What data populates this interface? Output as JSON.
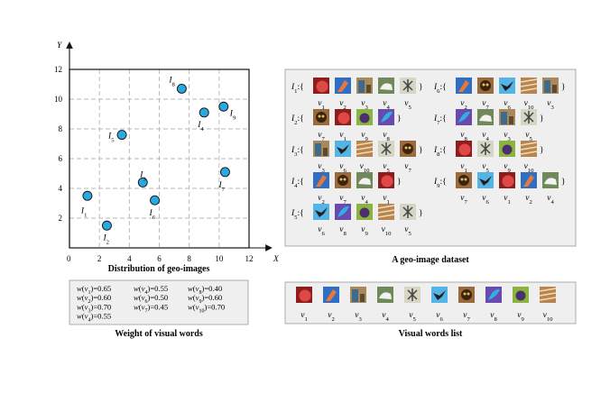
{
  "scatter": {
    "caption": "Distribution  of geo-images",
    "x_axis_label": "X",
    "y_axis_label": "Y",
    "origin_label": "0",
    "x_ticks": [
      "2",
      "4",
      "6",
      "8",
      "10",
      "12"
    ],
    "y_ticks": [
      "2",
      "4",
      "6",
      "8",
      "10",
      "12"
    ]
  },
  "chart_data": {
    "type": "scatter",
    "xlim": [
      0,
      12
    ],
    "ylim": [
      0,
      12
    ],
    "grid": true,
    "points": [
      {
        "label": "I",
        "sub": "1",
        "x": 1.2,
        "y": 3.5
      },
      {
        "label": "I",
        "sub": "2",
        "x": 2.5,
        "y": 1.5
      },
      {
        "label": "I",
        "sub": "3",
        "x": 4.9,
        "y": 4.4
      },
      {
        "label": "I",
        "sub": "4",
        "x": 9.0,
        "y": 9.1
      },
      {
        "label": "I",
        "sub": "5",
        "x": 3.5,
        "y": 7.6
      },
      {
        "label": "I",
        "sub": "6",
        "x": 5.7,
        "y": 3.2
      },
      {
        "label": "I",
        "sub": "7",
        "x": 10.4,
        "y": 5.1
      },
      {
        "label": "I",
        "sub": "8",
        "x": 7.5,
        "y": 10.7
      },
      {
        "label": "I",
        "sub": "9",
        "x": 10.3,
        "y": 9.5
      }
    ]
  },
  "weights": {
    "caption": "Weight of visual words",
    "entries": [
      {
        "sub": "1",
        "value": "=0.65"
      },
      {
        "sub": "2",
        "value": "=0.60"
      },
      {
        "sub": "3",
        "value": "=0.70"
      },
      {
        "sub": "4",
        "value": "=0.55"
      },
      {
        "sub": "4",
        "value": "=0.55"
      },
      {
        "sub": "6",
        "value": "=0.50"
      },
      {
        "sub": "7",
        "value": "=0.45"
      },
      {
        "sub": "8",
        "value": "=0.40"
      },
      {
        "sub": "9",
        "value": "=0.60"
      },
      {
        "sub": "10",
        "value": "=0.70"
      }
    ]
  },
  "dataset": {
    "caption": "A geo-image dataset",
    "images": [
      {
        "name": "I",
        "sub": "1",
        "words": [
          "1",
          "2",
          "3",
          "4",
          "5"
        ]
      },
      {
        "name": "I",
        "sub": "2",
        "words": [
          "7",
          "1",
          "9",
          "8"
        ]
      },
      {
        "name": "I",
        "sub": "3",
        "words": [
          "3",
          "6",
          "10",
          "5",
          "7"
        ]
      },
      {
        "name": "I",
        "sub": "4",
        "words": [
          "2",
          "7",
          "4",
          "1"
        ]
      },
      {
        "name": "I",
        "sub": "5",
        "words": [
          "6",
          "8",
          "9",
          "10",
          "5"
        ]
      },
      {
        "name": "I",
        "sub": "6",
        "words": [
          "2",
          "7",
          "6",
          "10",
          "3"
        ]
      },
      {
        "name": "I",
        "sub": "7",
        "words": [
          "8",
          "4",
          "3",
          "5"
        ]
      },
      {
        "name": "I",
        "sub": "8",
        "words": [
          "1",
          "5",
          "9",
          "10"
        ]
      },
      {
        "name": "I",
        "sub": "9",
        "words": [
          "7",
          "6",
          "1",
          "2",
          "4"
        ]
      }
    ]
  },
  "word_list": {
    "caption": "Visual words list",
    "words": [
      "1",
      "2",
      "3",
      "4",
      "5",
      "6",
      "7",
      "8",
      "9",
      "10"
    ]
  },
  "colors": {
    "point_fill": "#29a9e0",
    "panel_bg": "#efefef",
    "grid": "#b8b8b8"
  },
  "thumbs": {
    "1": {
      "bg": "#8e1e1e",
      "fg": "#e04848",
      "icon": "apple-icon"
    },
    "2": {
      "bg": "#2f6ec2",
      "fg": "#e8783a",
      "icon": "parrot-icon"
    },
    "3": {
      "bg": "#a88a5a",
      "fg": "#3e6a8e",
      "icon": "building-icon"
    },
    "4": {
      "bg": "#6f8a58",
      "fg": "#f2f2f2",
      "icon": "shoe-icon"
    },
    "5": {
      "bg": "#d6d6c4",
      "fg": "#454545",
      "icon": "insect-icon"
    },
    "6": {
      "bg": "#54b4e6",
      "fg": "#202020",
      "icon": "bird-icon"
    },
    "7": {
      "bg": "#9a6a3a",
      "fg": "#3a2410",
      "icon": "owl-icon"
    },
    "8": {
      "bg": "#6a4ab0",
      "fg": "#30b0e0",
      "icon": "feather-icon"
    },
    "9": {
      "bg": "#8ab43c",
      "fg": "#4a3070",
      "icon": "fruit-icon"
    },
    "10": {
      "bg": "#b88450",
      "fg": "#f2dcb4",
      "icon": "wood-icon"
    }
  }
}
